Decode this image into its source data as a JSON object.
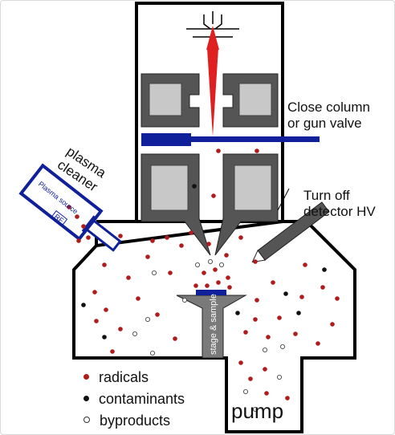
{
  "labels": {
    "plasma_cleaner": "plasma cleaner",
    "plasma_source": "Plasma source",
    "power_label": "RF",
    "valve": "Close column or gun valve",
    "valve_line1": "Close column",
    "valve_line2": "or gun valve",
    "detector_line1": "Turn off",
    "detector_line2": "detector HV",
    "stage": "stage & sample",
    "pump": "pump"
  },
  "legend": [
    {
      "label": "radicals",
      "color": "#b01c1c",
      "hollow": false
    },
    {
      "label": "contaminants",
      "color": "#111111",
      "hollow": false
    },
    {
      "label": "byproducts",
      "color": "#ffffff",
      "hollow": true
    }
  ],
  "colors": {
    "beam": "#e02020",
    "valve": "#10209a",
    "lens_dark": "#555555",
    "lens_light": "#c8c8c8",
    "radical": "#b01c1c",
    "contaminant": "#111111",
    "outline": "#000000"
  }
}
